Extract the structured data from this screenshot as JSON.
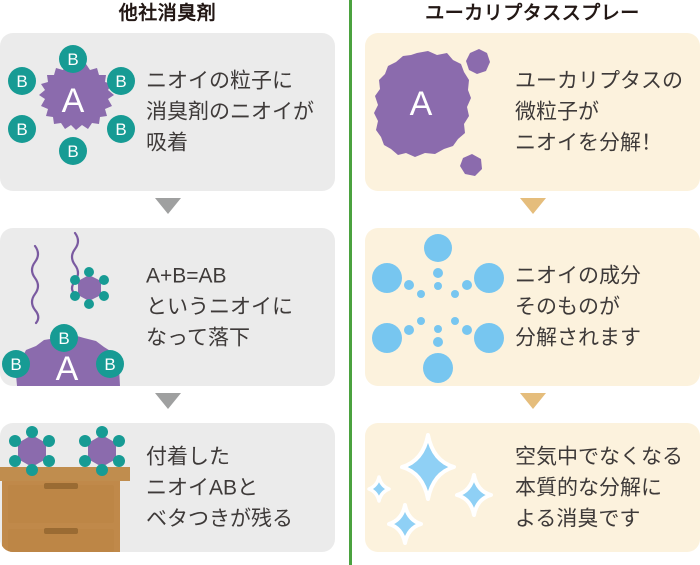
{
  "columns": [
    {
      "id": "other-brand",
      "title": "他社消臭剤",
      "theme": {
        "panel_bg": "#ebebeb",
        "arrow": "#9fa0a0"
      },
      "panels": [
        {
          "id": "step1",
          "text": "ニオイの粒子に\n消臭剤のニオイが\n吸着",
          "art": "blob-a-with-b-satellites",
          "labels": {
            "core": "A",
            "satellite": "B"
          }
        },
        {
          "id": "step2",
          "text": "A+B=AB\nというニオイに\nなって落下",
          "art": "falling-ab-molecule",
          "labels": {
            "core": "A",
            "satellite": "B"
          }
        },
        {
          "id": "step3",
          "text": "付着した\nニオイABと\nベタつきが残る",
          "art": "dresser-with-ab-molecules",
          "labels": {}
        }
      ]
    },
    {
      "id": "eucalyptus-spray",
      "title": "ユーカリプタススプレー",
      "theme": {
        "panel_bg": "#fcf2dd",
        "arrow": "#e5bd7c"
      },
      "panels": [
        {
          "id": "step1",
          "text": "ユーカリプタスの\n微粒子が\nニオイを分解！",
          "art": "large-purple-blob-a",
          "labels": {
            "core": "A"
          }
        },
        {
          "id": "step2",
          "text": "ニオイの成分\nそのものが\n分解されます",
          "art": "blue-dots-burst",
          "labels": {}
        },
        {
          "id": "step3",
          "text": "空気中でなくなる\n本質的な分解に\nよる消臭です",
          "art": "blue-sparkles",
          "labels": {}
        }
      ]
    }
  ],
  "colors": {
    "divider_green": "#4ba23f",
    "purple": "#8b6bad",
    "teal": "#179b94",
    "light_blue": "#77c6f0",
    "wood_top": "#c08d4e",
    "wood_body": "#c0894a",
    "wood_shadow": "#9a6b33",
    "text": "#3e3a39",
    "title_text": "#231815",
    "panel_gray": "#ebebeb",
    "panel_cream": "#fcf2dd",
    "arrow_gray": "#9fa0a0",
    "arrow_tan": "#e5bd7c"
  }
}
